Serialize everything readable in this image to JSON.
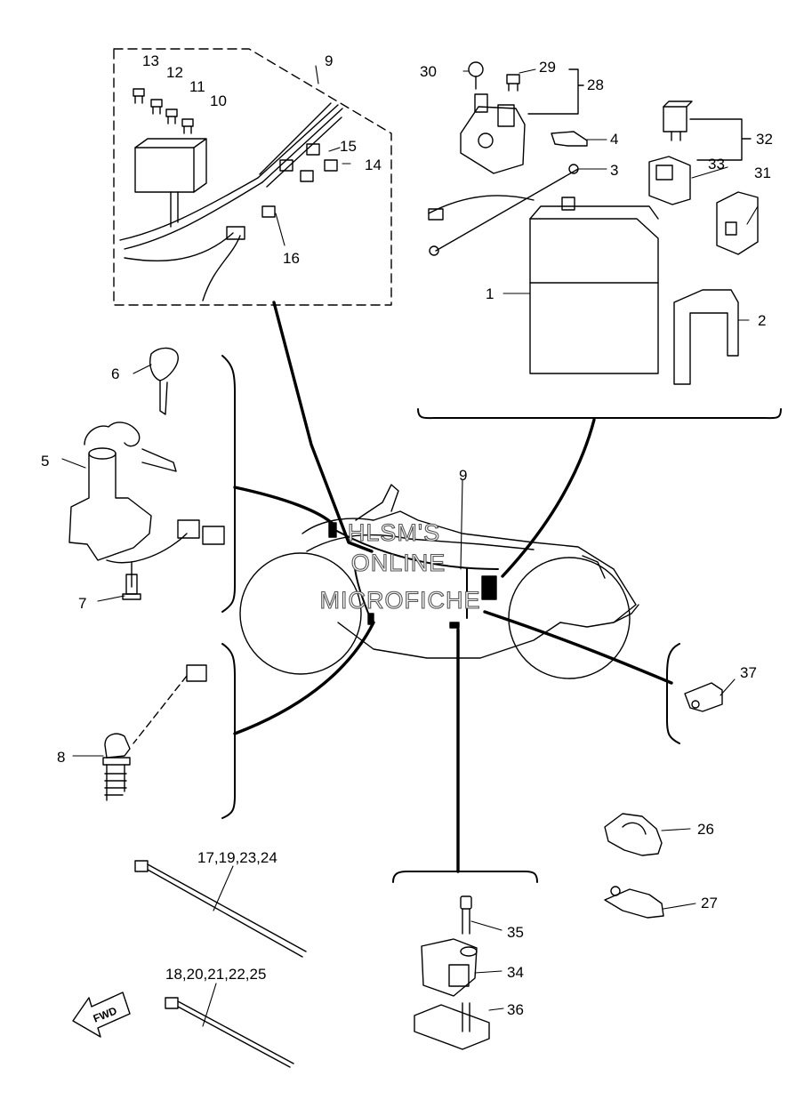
{
  "watermark": {
    "line1": "HLSM'S",
    "line2": "ONLINE",
    "line3": "MICROFICHE"
  },
  "fwd_label": "FWD",
  "callouts": {
    "c1": "1",
    "c2": "2",
    "c3": "3",
    "c4": "4",
    "c5": "5",
    "c6": "6",
    "c7": "7",
    "c8": "8",
    "c9a": "9",
    "c9b": "9",
    "c10": "10",
    "c11": "11",
    "c12": "12",
    "c13": "13",
    "c14": "14",
    "c15": "15",
    "c16": "16",
    "c17": "17,19,23,24",
    "c18": "18,20,21,22,25",
    "c26": "26",
    "c27": "27",
    "c28": "28",
    "c29": "29",
    "c30": "30",
    "c31": "31",
    "c32": "32",
    "c33": "33",
    "c34": "34",
    "c35": "35",
    "c36": "36",
    "c37": "37"
  }
}
